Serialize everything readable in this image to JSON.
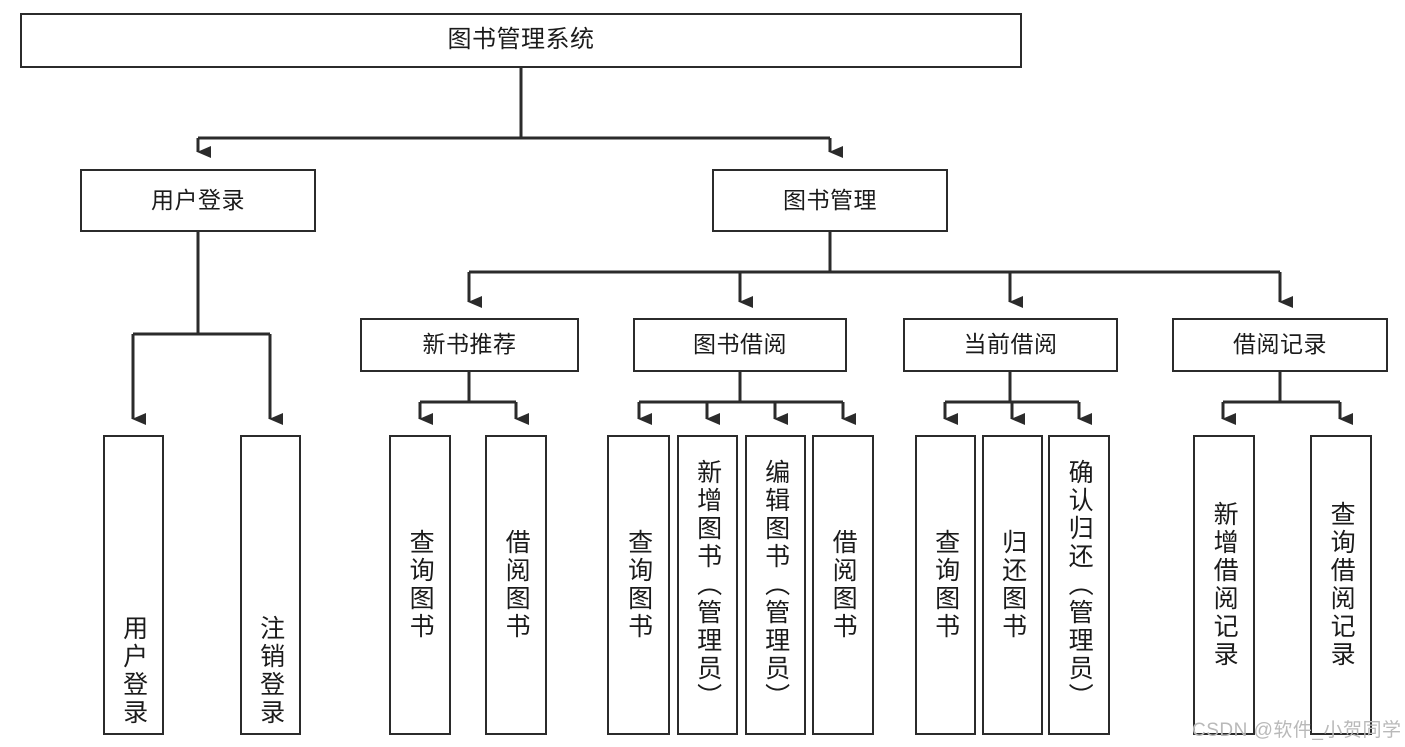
{
  "diagram": {
    "title": "图书管理系统",
    "type": "hierarchy-tree",
    "watermark": "CSDN @软件_小贺同学",
    "colors": {
      "box_border": "#2b2b2b",
      "box_fill": "#ffffff",
      "connector": "#2b2b2b",
      "text": "#1b1b1b",
      "watermark": "#b9b9b9",
      "background": "#ffffff"
    },
    "nodes": {
      "root": {
        "label": "图书管理系统"
      },
      "level2": [
        {
          "label": "用户登录"
        },
        {
          "label": "图书管理"
        }
      ],
      "level3": [
        {
          "label": "新书推荐"
        },
        {
          "label": "图书借阅"
        },
        {
          "label": "当前借阅"
        },
        {
          "label": "借阅记录"
        }
      ],
      "leaves": {
        "user_login": [
          {
            "label": "用户登录"
          },
          {
            "label": "注销登录"
          }
        ],
        "new_book_recommend": [
          {
            "label": "查询图书"
          },
          {
            "label": "借阅图书"
          }
        ],
        "book_borrow": [
          {
            "label": "查询图书"
          },
          {
            "label": "新增图书（管理员）"
          },
          {
            "label": "编辑图书（管理员）"
          },
          {
            "label": "借阅图书"
          }
        ],
        "current_borrow": [
          {
            "label": "查询图书"
          },
          {
            "label": "归还图书"
          },
          {
            "label": "确认归还（管理员）"
          }
        ],
        "borrow_record": [
          {
            "label": "新增借阅记录"
          },
          {
            "label": "查询借阅记录"
          }
        ]
      }
    }
  }
}
